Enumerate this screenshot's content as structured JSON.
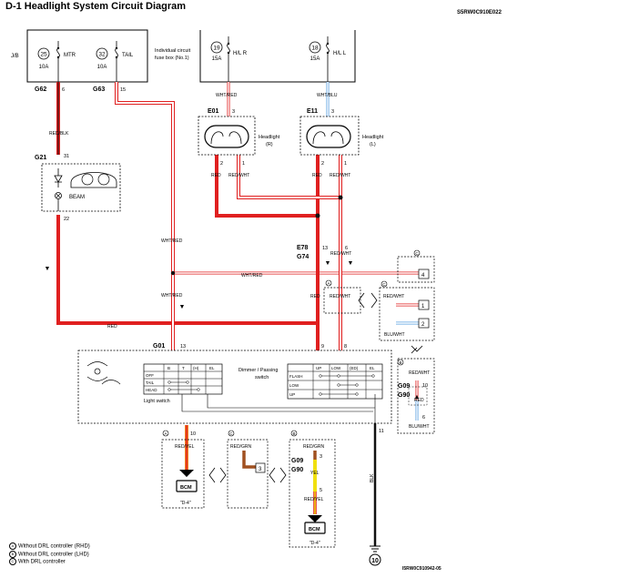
{
  "title": "D-1 Headlight System Circuit Diagram",
  "page_code": "S5RW0C910E022",
  "diagram_code": "I5RW0C910942-05",
  "colors": {
    "red": "#e02020",
    "white": "#ffffff",
    "blue": "#5aa0e0",
    "yellow": "#f0e010",
    "orange": "#f08020",
    "brown": "#a05020",
    "black": "#111111"
  },
  "fuse_box": {
    "jb_label": "J/B",
    "ind_label_line1": "Individual circuit",
    "ind_label_line2": "fuse box (No.1)",
    "fuses": [
      {
        "num": "25",
        "amp": "10A",
        "name": "MTR"
      },
      {
        "num": "32",
        "amp": "10A",
        "name": "TAIL"
      },
      {
        "num": "19",
        "amp": "15A",
        "name": "H/L R"
      },
      {
        "num": "18",
        "amp": "15A",
        "name": "H/L L"
      }
    ]
  },
  "connectors": {
    "g62": "G62",
    "g62_pin": "6",
    "g63": "G63",
    "g63_pin": "15",
    "g21": "G21",
    "g21_pin_top": "31",
    "g21_pin_bottom": "22",
    "e01": "E01",
    "e01_pin_top": "3",
    "e01_pin_a": "2",
    "e01_pin_b": "1",
    "e11": "E11",
    "e11_pin_top": "3",
    "e11_pin_a": "2",
    "e11_pin_b": "1",
    "e78": "E78",
    "g74": "G74",
    "e78_pin_a": "13",
    "e78_pin_b": "6",
    "g01": "G01",
    "g01_pin": "13",
    "g01_pin_a": "9",
    "g01_pin_b": "8",
    "g01_pin_c": "11",
    "g09": "G09",
    "g90": "G90",
    "g09_pin_a": "10",
    "g09_pin_b": "6",
    "g09b": "G09",
    "g90b": "G90",
    "g09b_pin_a": "3",
    "g09b_pin_b": "5",
    "pin10": "10"
  },
  "wires": {
    "red_blk": "RED/BLK",
    "wht_red": "WHT/RED",
    "wht_blu": "WHT/BLU",
    "red": "RED",
    "red_wht": "RED/WHT",
    "blu_wht": "BLU/WHT",
    "red_yel": "RED/YEL",
    "red_grn": "RED/GRN",
    "yel": "YEL",
    "blk": "BLK"
  },
  "components": {
    "headlight_r_line1": "Headlight",
    "headlight_r_line2": "(R)",
    "headlight_l_line1": "Headlight",
    "headlight_l_line2": "(L)",
    "beam": "BEAM",
    "light_switch": "Light switch",
    "dimmer_line1": "Dimmer / Passing",
    "dimmer_line2": "switch",
    "bcm": "BCM",
    "ref": "\"D-4\""
  },
  "light_switch_table": {
    "headers": [
      "B",
      "T",
      "(H)",
      "EL"
    ],
    "rows": [
      "OFF",
      "TAIL",
      "HEAD"
    ]
  },
  "dimmer_table": {
    "headers": [
      "UP",
      "LOW",
      "(ED)",
      "EL"
    ],
    "rows": [
      "FLASH",
      "LOW",
      "UP"
    ]
  },
  "drl_box": {
    "pins": [
      "4",
      "1",
      "2"
    ]
  },
  "legend": [
    {
      "mark": "A",
      "text": "Without DRL controller (RHD)"
    },
    {
      "mark": "B",
      "text": "Without DRL controller (LHD)"
    },
    {
      "mark": "C",
      "text": "With DRL controller"
    }
  ],
  "variant_marks": {
    "a": "A",
    "b": "B",
    "c": "C"
  },
  "ground": "10",
  "relay_pin": "3",
  "arrows": {
    "down": "▼",
    "up": "▲"
  }
}
